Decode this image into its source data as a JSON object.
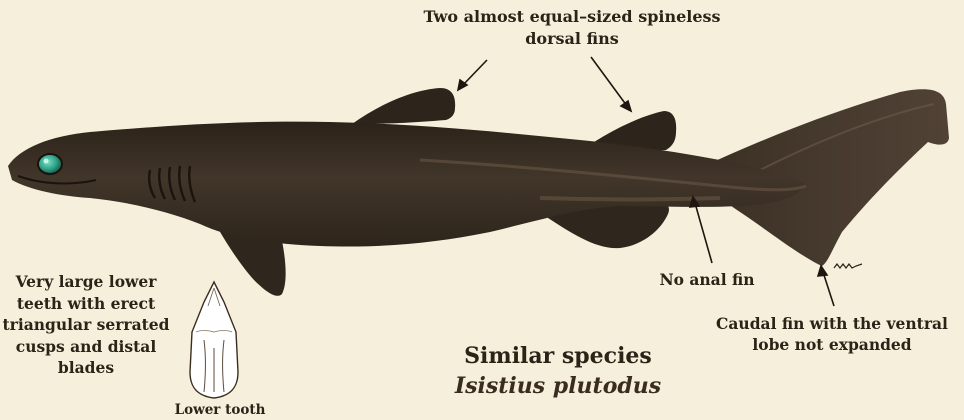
{
  "labels": {
    "dorsal_fins": "Two almost equal–sized spineless dorsal fins",
    "lower_teeth": "Very large lower teeth with erect triangular serrated cusps and distal blades",
    "lower_tooth": "Lower tooth",
    "anal_fin": "No anal fin",
    "caudal_fin": "Caudal fin with the ventral lobe not expanded"
  },
  "similar_species": {
    "heading": "Similar species",
    "name": "Isistius plutodus"
  },
  "colors": {
    "background": "#f6efdb",
    "shark_body": "#3f3428",
    "shark_dark": "#2a2119",
    "eye": "#2fa389",
    "text": "#2c2217"
  }
}
